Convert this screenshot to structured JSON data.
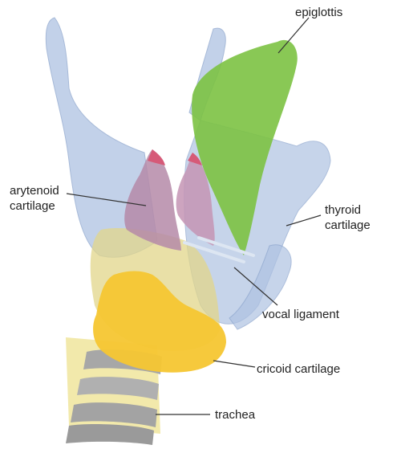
{
  "labels": {
    "epiglottis": "epiglottis",
    "arytenoid": "arytenoid\ncartilage",
    "thyroid": "thyroid\ncartilage",
    "vocal_ligament": "vocal ligament",
    "cricoid": "cricoid cartilage",
    "trachea": "trachea"
  },
  "colors": {
    "thyroid": "#aec2e2",
    "thyroid_edge": "#8aa3cc",
    "epiglottis": "#7cc243",
    "arytenoid": "#b58aa8",
    "arytenoid_tip": "#d65a78",
    "cricoid": "#f5c631",
    "cricoid_back": "#e2d58a",
    "trachea_ring": "#a7a7a7",
    "trachea_gap": "#f1e8a6",
    "vocal_ligament": "#dde6f2",
    "leader": "#333333"
  }
}
